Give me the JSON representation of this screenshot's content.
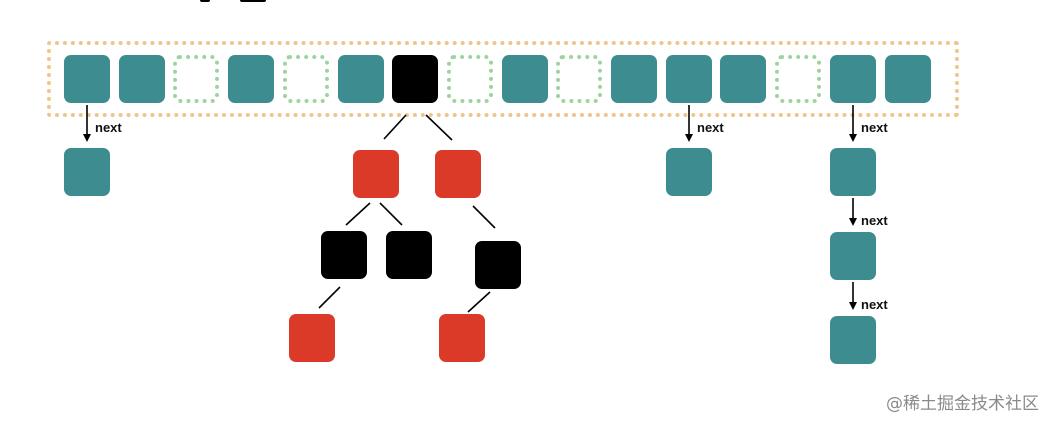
{
  "colors": {
    "teal": "#3d8c8f",
    "black": "#000000",
    "red": "#db3a28",
    "empty_dotted": "#9ed39f",
    "array_border": "#f0c58a",
    "text": "#111111"
  },
  "array": {
    "slots": [
      "filled",
      "filled",
      "empty",
      "filled",
      "empty",
      "filled",
      "tree-root",
      "empty",
      "filled",
      "empty",
      "filled",
      "filled",
      "filled",
      "empty",
      "filled",
      "filled"
    ]
  },
  "chains": [
    {
      "bucket": 0,
      "nodes": 1,
      "link_label": "next"
    },
    {
      "bucket": 11,
      "nodes": 1,
      "link_label": "next"
    },
    {
      "bucket": 14,
      "nodes": 3,
      "link_label": "next"
    }
  ],
  "tree": {
    "root_color": "black",
    "level1": [
      "red",
      "red"
    ],
    "level2": [
      "black",
      "black",
      "black"
    ],
    "level3": [
      "red",
      "red"
    ]
  },
  "watermark": "@稀土掘金技术社区"
}
